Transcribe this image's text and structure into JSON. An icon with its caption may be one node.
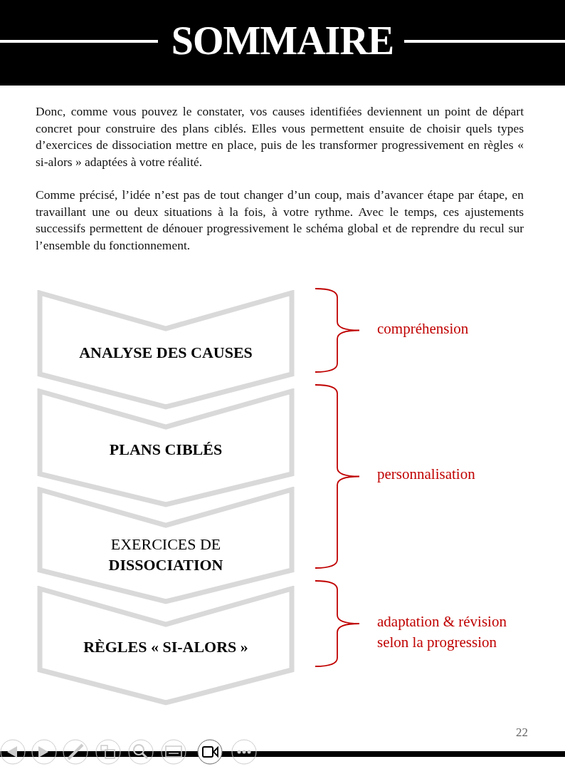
{
  "diagram": {
    "title": "SOMMAIRE",
    "nodes": [
      {
        "text": [
          "ANALYSE DES CAUSES"
        ]
      },
      {
        "text": [
          "PLANS CIBLÉS"
        ]
      },
      {
        "text": [
          "EXERCICES DE **DISSOCIATION**"
        ]
      },
      {
        "text": [
          "RÈGLES « SI-ALORS »"
        ]
      }
    ],
    "edges": [],
    "labels": [
      "Donc, comme vous pouvez le constater, vos causes identifiées deviennent un point de départ concret pour construire des plans ciblés. Elles vous permettent ensuite de choisir quels types d’exercices de dissociation mettre en place, puis de les transformer progressivement en règles « si-alors » adaptées à votre réalité.",
      "Comme précisé, l’idée n’est pas de tout changer d’un coup, mais d’avancer étape par étape, en travaillant une ou deux situations à la fois, à votre rythme. Avec le temps, ces ajustements successifs permettent de dénouer progressivement le schéma global et de reprendre du recul sur l’ensemble du fonctionnement.",
      "compréhension",
      "personnalisation",
      "adaptation & révision selon la progression",
      "22"
    ]
  }
}
